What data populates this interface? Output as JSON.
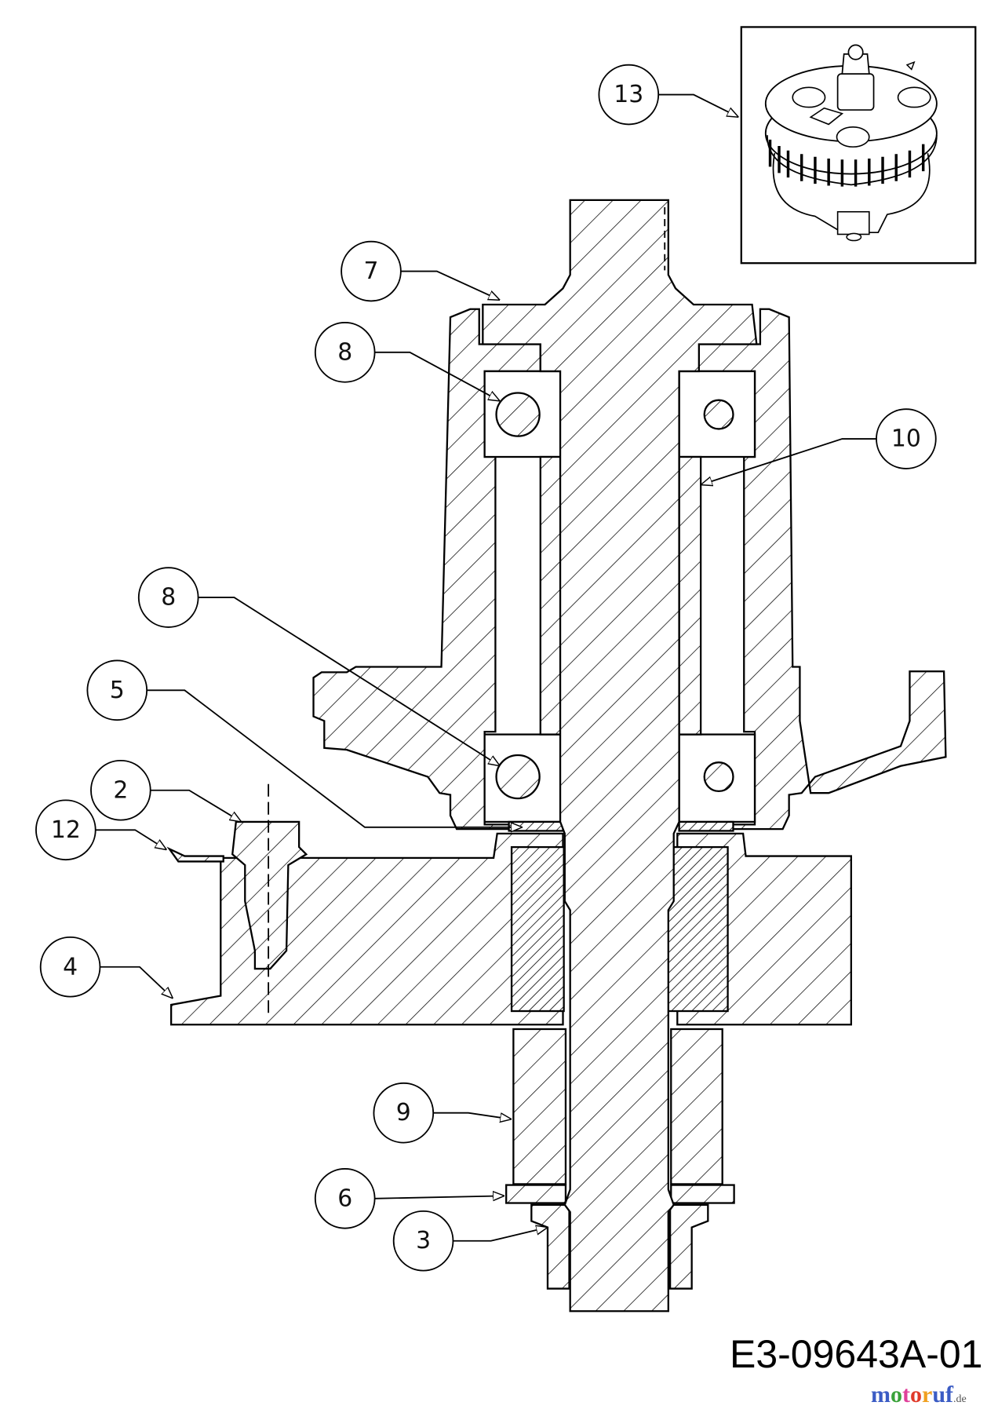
{
  "drawing": {
    "code": "E3-09643A-01",
    "watermark": {
      "text": "motoruf",
      "suffix": ".de",
      "colors": [
        "#3b5cc4",
        "#3aa23a",
        "#e0409a",
        "#e03a2a",
        "#f0a020",
        "#3b5cc4"
      ]
    },
    "callouts": [
      {
        "label": "13",
        "part": "spindle-assembly"
      },
      {
        "label": "7",
        "part": "spindle-shaft"
      },
      {
        "label": "8",
        "part": "upper-bearing"
      },
      {
        "label": "10",
        "part": "spacer-tube"
      },
      {
        "label": "8",
        "part": "lower-bearing"
      },
      {
        "label": "5",
        "part": "washer"
      },
      {
        "label": "2",
        "part": "bolt"
      },
      {
        "label": "12",
        "part": "lock-washer"
      },
      {
        "label": "4",
        "part": "deck-plate"
      },
      {
        "label": "9",
        "part": "hub"
      },
      {
        "label": "6",
        "part": "washer-lower"
      },
      {
        "label": "3",
        "part": "nut"
      }
    ]
  }
}
